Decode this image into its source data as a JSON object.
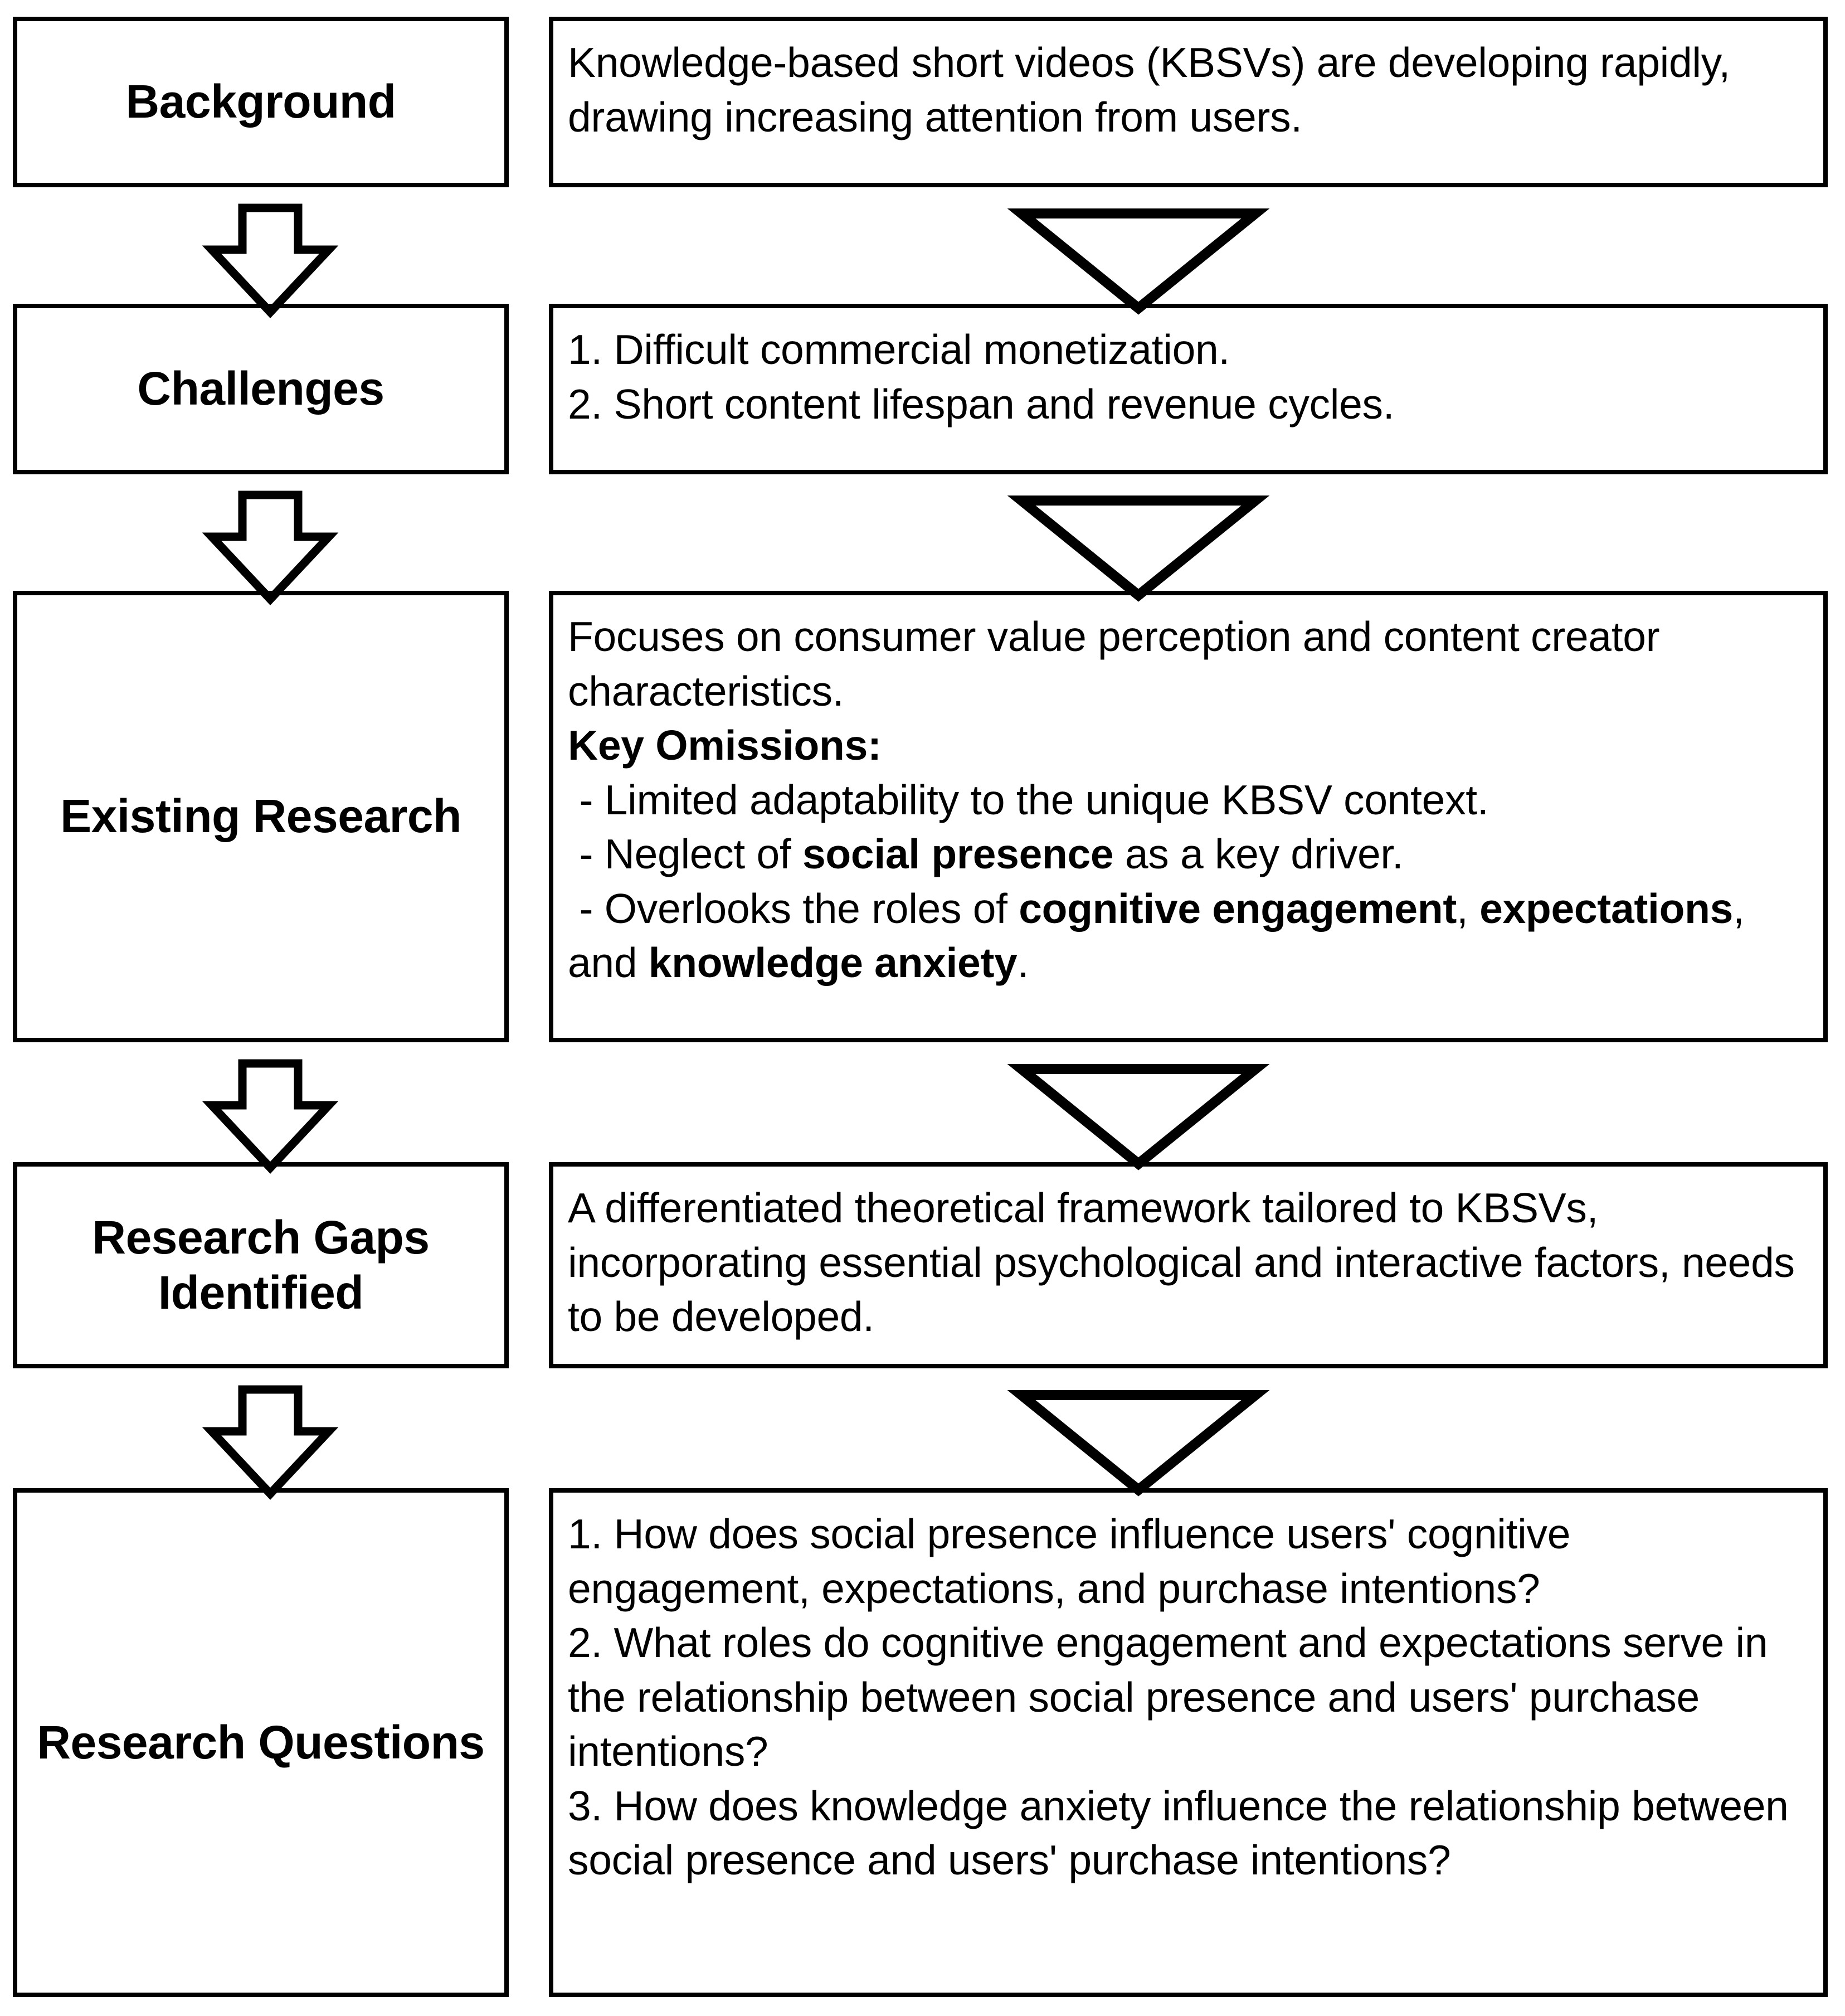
{
  "diagram": {
    "title": "Research framework flow: Background to Research Questions",
    "type": "flowchart",
    "orientation": "vertical",
    "colors": {
      "background": "#ffffff",
      "border": "#000000",
      "text": "#000000"
    },
    "rows": [
      {
        "id": "background",
        "label": "Background",
        "body_segments": [
          {
            "text": "Knowledge-based short videos (KBSVs) are developing rapidly, drawing increasing attention from users.",
            "bold": false
          }
        ]
      },
      {
        "id": "challenges",
        "label": "Challenges",
        "body_segments": [
          {
            "text": "1. Difficult commercial monetization.\n2. Short content lifespan and revenue cycles.",
            "bold": false
          }
        ]
      },
      {
        "id": "existing-research",
        "label": "Existing\nResearch",
        "body_segments": [
          {
            "text": "Focuses on consumer value perception and content creator characteristics.\n",
            "bold": false
          },
          {
            "text": "Key Omissions:",
            "bold": true
          },
          {
            "text": "\n - Limited adaptability to the unique KBSV context.\n - Neglect of ",
            "bold": false
          },
          {
            "text": "social presence",
            "bold": true
          },
          {
            "text": " as a key driver.\n - Overlooks the roles of ",
            "bold": false
          },
          {
            "text": "cognitive engagement",
            "bold": true
          },
          {
            "text": ", ",
            "bold": false
          },
          {
            "text": "expectations",
            "bold": true
          },
          {
            "text": ", and ",
            "bold": false
          },
          {
            "text": "knowledge anxiety",
            "bold": true
          },
          {
            "text": ".",
            "bold": false
          }
        ]
      },
      {
        "id": "research-gaps",
        "label": "Research Gaps\nIdentified",
        "body_segments": [
          {
            "text": "A differentiated theoretical framework tailored to KBSVs, incorporating essential psychological and interactive factors, needs to be developed.",
            "bold": false
          }
        ]
      },
      {
        "id": "research-questions",
        "label": "Research\nQuestions",
        "body_segments": [
          {
            "text": "1. How does social presence influence users' cognitive engagement, expectations, and purchase intentions?\n2. What roles do cognitive engagement and expectations serve in the relationship between social presence and users' purchase intentions?\n3. How does knowledge anxiety influence the relationship between social presence and users' purchase intentions?",
            "bold": false
          }
        ]
      }
    ],
    "connectors": [
      {
        "id": "bg-to-challenges-left",
        "icon": "block-down-arrow-icon"
      },
      {
        "id": "bg-to-challenges-right",
        "icon": "triangle-down-arrow-icon"
      },
      {
        "id": "challenges-to-existing-left",
        "icon": "block-down-arrow-icon"
      },
      {
        "id": "challenges-to-existing-right",
        "icon": "triangle-down-arrow-icon"
      },
      {
        "id": "existing-to-gaps-left",
        "icon": "block-down-arrow-icon"
      },
      {
        "id": "existing-to-gaps-right",
        "icon": "triangle-down-arrow-icon"
      },
      {
        "id": "gaps-to-questions-left",
        "icon": "block-down-arrow-icon"
      },
      {
        "id": "gaps-to-questions-right",
        "icon": "triangle-down-arrow-icon"
      }
    ]
  }
}
